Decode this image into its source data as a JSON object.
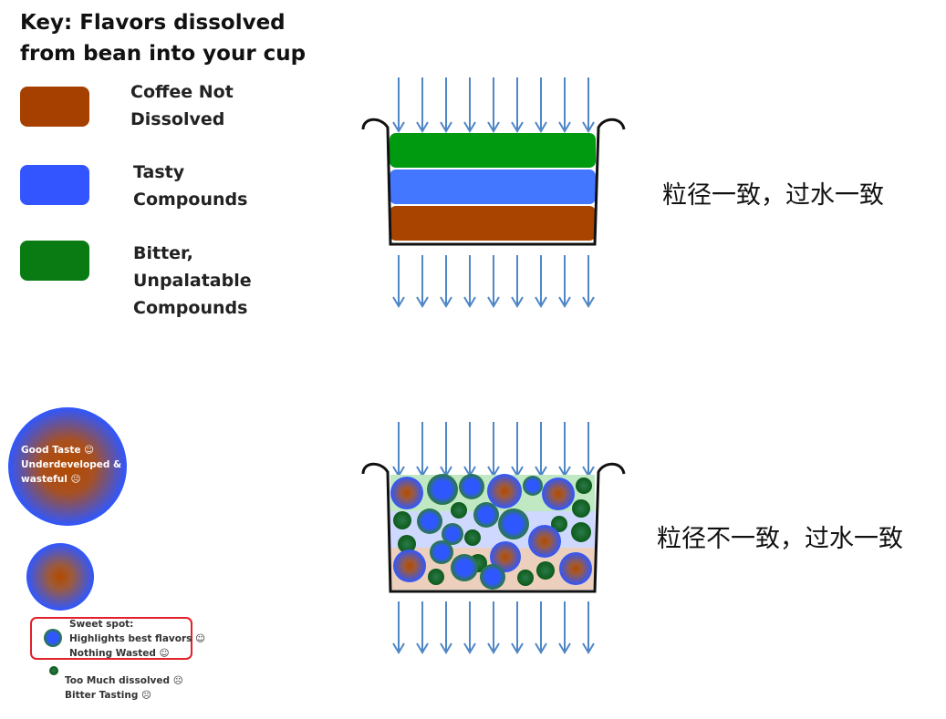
{
  "key": {
    "title_line1": "Key: Flavors dissolved",
    "title_line2": "from bean into your cup",
    "items": [
      {
        "line1": "Coffee Not",
        "line2": "Dissolved",
        "line3": "",
        "color": "#a64000"
      },
      {
        "line1": "Tasty",
        "line2": "Compounds",
        "line3": "",
        "color": "#3355ff"
      },
      {
        "line1": "Bitter,",
        "line2": "Unpalatable",
        "line3": "Compounds",
        "color": "#0a7a12"
      }
    ]
  },
  "captions": {
    "top": "粒径一致，过水一致",
    "bottom": "粒径不一致，过水一致"
  },
  "particles": {
    "large": {
      "line1": "Good Taste ☺",
      "line2": "Underdeveloped &",
      "line3": "wasteful ☹"
    },
    "sweet_spot": {
      "line1": "Sweet spot:",
      "line2": "Highlights best flavors ☺",
      "line3": "Nothing Wasted ☺"
    },
    "small": {
      "line1": "Too Much dissolved ☹",
      "line2": "Bitter Tasting ☹"
    }
  },
  "colors": {
    "arrow": "#4f86c6",
    "layer_green": "#009a10",
    "layer_blue": "#4477ff",
    "layer_brown": "#a84400",
    "outline": "#111111",
    "highlight_box": "#e0202a"
  }
}
